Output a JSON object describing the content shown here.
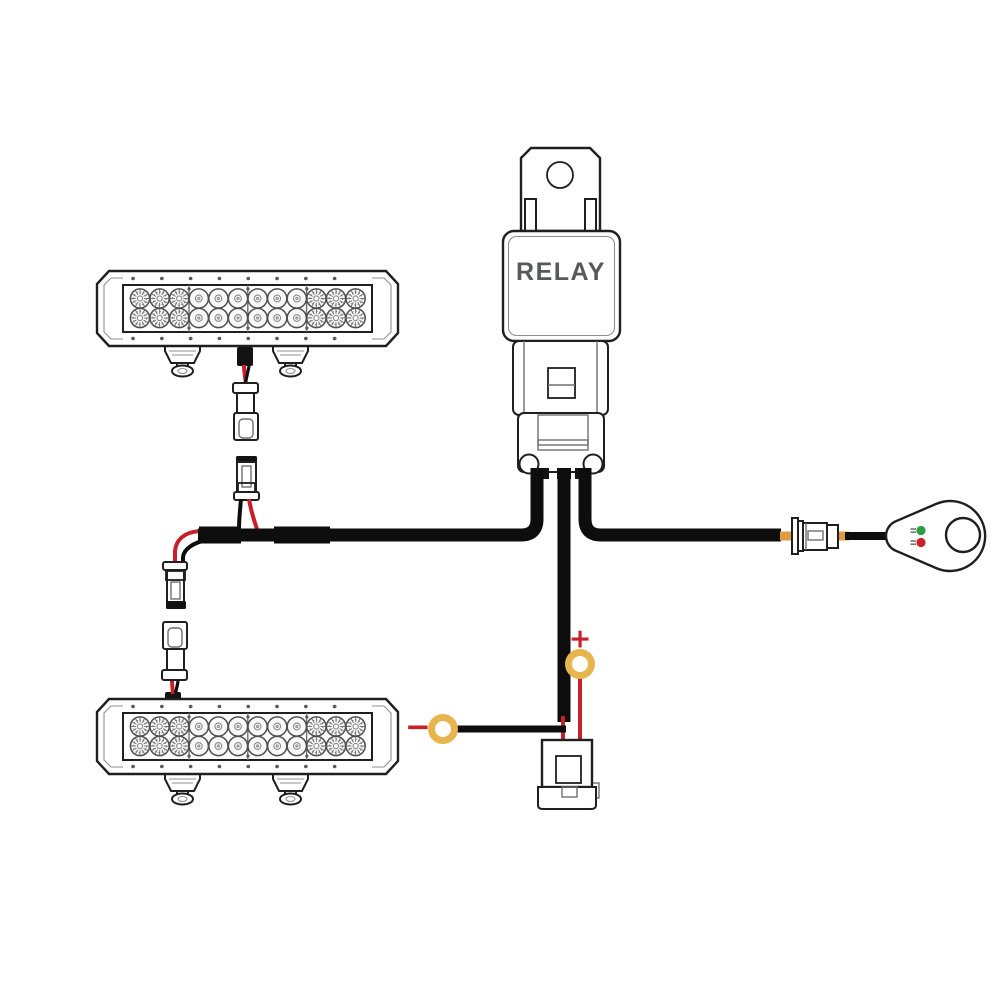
{
  "diagram": {
    "relay_label": "RELAY",
    "positive_symbol": "+",
    "negative_symbol": "−",
    "colors": {
      "outline_black": "#1f1f1f",
      "wire_black": "#0d0d0d",
      "wire_red": "#c8202a",
      "ring_terminal_gold": "#e7b54e",
      "connector_terminal_orange": "#dc9d45",
      "switch_led_green": "#2f9e41",
      "switch_led_red": "#cc2127",
      "relay_text_gray": "#58595b"
    },
    "light_bar": {
      "rows": 2,
      "columns": 12,
      "led_pattern": [
        "flood",
        "flood",
        "flood",
        "spot",
        "spot",
        "spot",
        "spot",
        "spot",
        "spot",
        "flood",
        "flood",
        "flood"
      ]
    }
  }
}
